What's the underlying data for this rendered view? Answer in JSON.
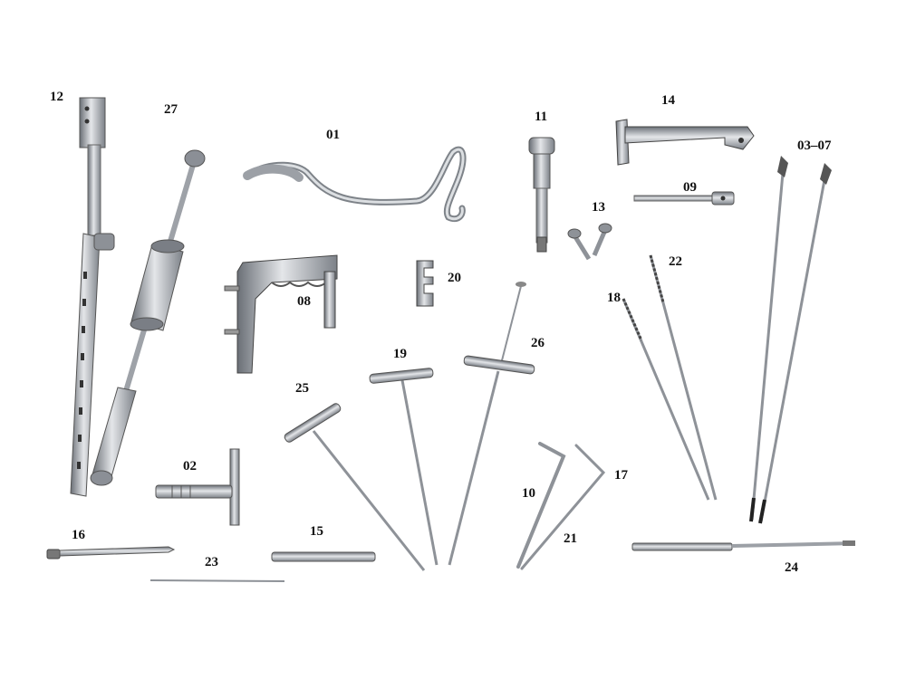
{
  "labels": {
    "l01": "01",
    "l02": "02",
    "l0307": "03–07",
    "l08": "08",
    "l09": "09",
    "l10": "10",
    "l11": "11",
    "l12": "12",
    "l13": "13",
    "l14": "14",
    "l15": "15",
    "l16": "16",
    "l17": "17",
    "l18": "18",
    "l19": "19",
    "l20": "20",
    "l21": "21",
    "l22": "22",
    "l23": "23",
    "l24": "24",
    "l25": "25",
    "l26": "26",
    "l27": "27"
  },
  "colors": {
    "background": "#ffffff",
    "steel_light": "#d9dbdf",
    "steel_mid": "#a9adb3",
    "steel_dark": "#5f646b",
    "label": "#111111"
  }
}
